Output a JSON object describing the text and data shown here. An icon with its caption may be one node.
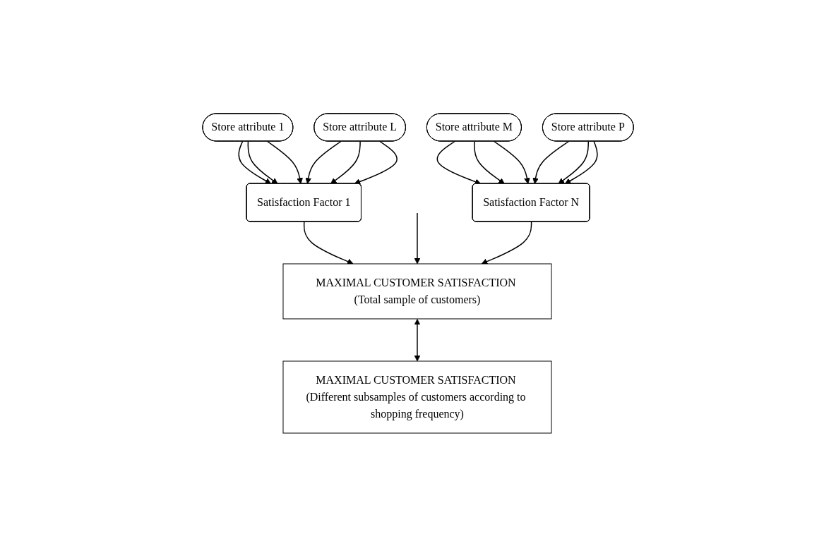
{
  "diagram": {
    "nodes": [
      {
        "text": [
          "Store attribute 1"
        ]
      },
      {
        "text": [
          "Store attribute L"
        ]
      },
      {
        "text": [
          "Store attribute M"
        ]
      },
      {
        "text": [
          "Store attribute P"
        ]
      },
      {
        "text": [
          "Satisfaction Factor 1"
        ]
      },
      {
        "text": [
          "Satisfaction Factor N"
        ]
      },
      {
        "text": [
          "MAXIMAL CUSTOMER SATISFACTION (Total sample of customers)"
        ]
      },
      {
        "text": [
          "MAXIMAL CUSTOMER SATISFACTION (Different subsamples of customers according to shopping frequency)"
        ]
      }
    ],
    "edges": [
      {
        "from": 0,
        "to": 4,
        "arrow": "to"
      },
      {
        "from": 0,
        "to": 4,
        "arrow": "to"
      },
      {
        "from": 0,
        "to": 4,
        "arrow": "to"
      },
      {
        "from": 1,
        "to": 4,
        "arrow": "to"
      },
      {
        "from": 1,
        "to": 4,
        "arrow": "to"
      },
      {
        "from": 1,
        "to": 4,
        "arrow": "to"
      },
      {
        "from": 2,
        "to": 5,
        "arrow": "to"
      },
      {
        "from": 2,
        "to": 5,
        "arrow": "to"
      },
      {
        "from": 2,
        "to": 5,
        "arrow": "to"
      },
      {
        "from": 3,
        "to": 5,
        "arrow": "to"
      },
      {
        "from": 3,
        "to": 5,
        "arrow": "to"
      },
      {
        "from": 3,
        "to": 5,
        "arrow": "to"
      },
      {
        "from": 4,
        "to": 6,
        "arrow": "to"
      },
      {
        "from": null,
        "to": 6,
        "arrow": "to"
      },
      {
        "from": 5,
        "to": 6,
        "arrow": "to"
      },
      {
        "from": 6,
        "to": 7,
        "arrow": "both"
      }
    ]
  }
}
